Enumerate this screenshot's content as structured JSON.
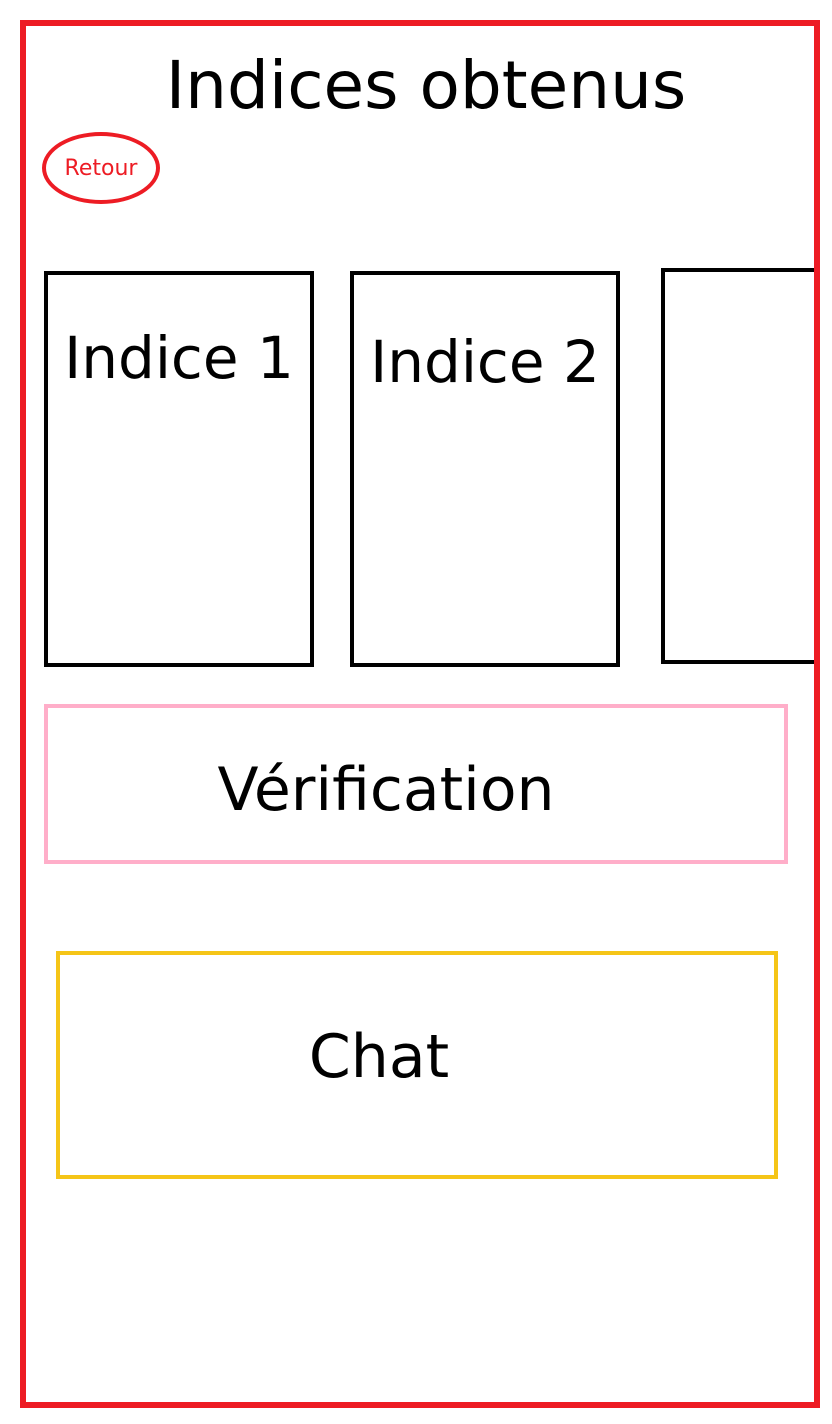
{
  "header": {
    "title": "Indices obtenus",
    "back_label": "Retour"
  },
  "clues": [
    {
      "label": "Indice 1"
    },
    {
      "label": "Indice 2"
    },
    {
      "label": ""
    }
  ],
  "actions": {
    "verification_label": "Vérification",
    "chat_label": "Chat"
  },
  "colors": {
    "frame": "#ed1c24",
    "back_button": "#ed1c24",
    "card_border": "#000000",
    "verification_border": "#ffaec9",
    "chat_border": "#f5c518"
  }
}
